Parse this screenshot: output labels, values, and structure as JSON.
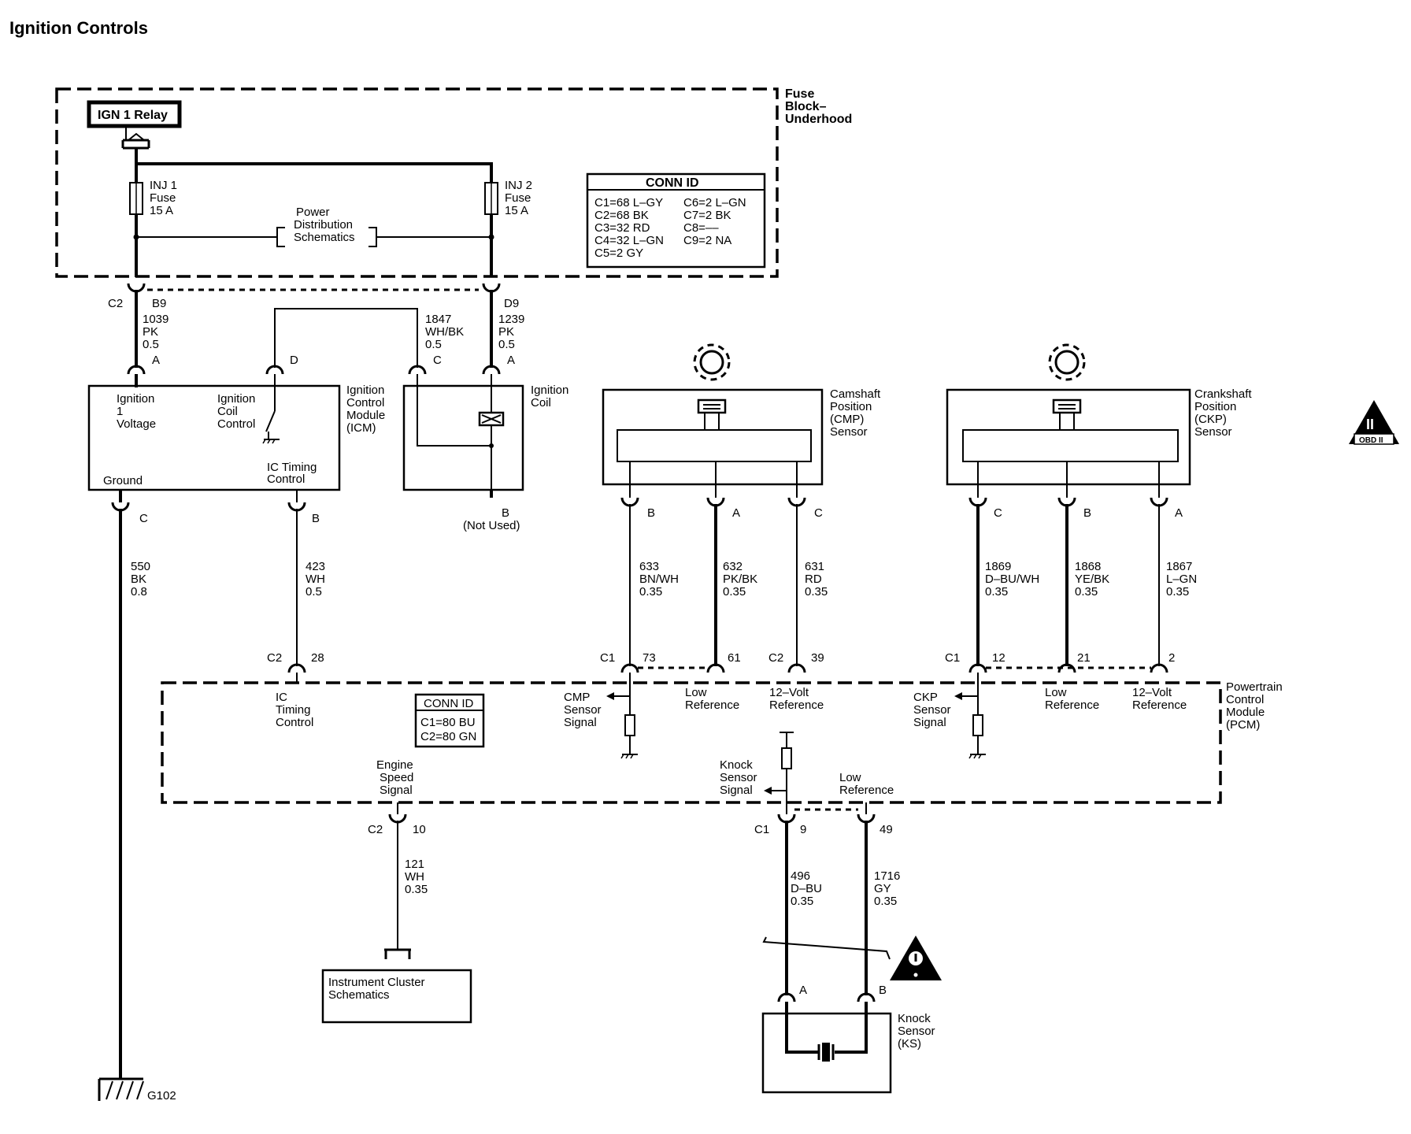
{
  "title": "Ignition Controls",
  "fuse_block": {
    "label_1": "Fuse",
    "label_2": "Block–",
    "label_3": "Underhood",
    "relay": "IGN 1 Relay",
    "inj1": [
      "INJ 1",
      "Fuse",
      "15 A"
    ],
    "inj2": [
      "INJ 2",
      "Fuse",
      "15 A"
    ],
    "power_dist": [
      "Power",
      "Distribution",
      "Schematics"
    ]
  },
  "conn_id_fuse": {
    "header": "CONN ID",
    "left": [
      "C1=68 L–GY",
      "C2=68 BK",
      "C3=32 RD",
      "C4=32 L–GN",
      "C5=2 GY"
    ],
    "right": [
      "C6=2 L–GN",
      "C7=2 BK",
      "C8=––",
      "C9=2 NA"
    ]
  },
  "upper_conn": {
    "c2": "C2",
    "b9": "B9",
    "d9": "D9",
    "wire1039": [
      "1039",
      "PK",
      "0.5"
    ],
    "wire1847": [
      "1847",
      "WH/BK",
      "0.5"
    ],
    "wire1239": [
      "1239",
      "PK",
      "0.5"
    ]
  },
  "icm": {
    "pin_a": "A",
    "pin_d": "D",
    "label": [
      "Ignition",
      "Control",
      "Module",
      "(ICM)"
    ],
    "ign_voltage": [
      "Ignition",
      "1",
      "Voltage"
    ],
    "coil_control": [
      "Ignition",
      "Coil",
      "Control"
    ],
    "ground": "Ground",
    "ic_timing": [
      "IC Timing",
      "Control"
    ],
    "pin_c": "C",
    "pin_b": "B",
    "wire550": [
      "550",
      "BK",
      "0.8"
    ],
    "wire423": [
      "423",
      "WH",
      "0.5"
    ]
  },
  "coil": {
    "pin_c": "C",
    "pin_a": "A",
    "label": [
      "Ignition",
      "Coil"
    ],
    "pin_b": "B",
    "not_used": "(Not Used)"
  },
  "cmp": {
    "label": [
      "Camshaft",
      "Position",
      "(CMP)",
      "Sensor"
    ],
    "pins": [
      "B",
      "A",
      "C"
    ],
    "wires": [
      [
        "633",
        "BN/WH",
        "0.35"
      ],
      [
        "632",
        "PK/BK",
        "0.35"
      ],
      [
        "631",
        "RD",
        "0.35"
      ]
    ],
    "pcm_c1": "C1",
    "pcm_pins": [
      "73",
      "61"
    ],
    "pcm_c2": "C2",
    "pcm_pin39": "39"
  },
  "ckp": {
    "label": [
      "Crankshaft",
      "Position",
      "(CKP)",
      "Sensor"
    ],
    "pins": [
      "C",
      "B",
      "A"
    ],
    "wires": [
      [
        "1869",
        "D–BU/WH",
        "0.35"
      ],
      [
        "1868",
        "YE/BK",
        "0.35"
      ],
      [
        "1867",
        "L–GN",
        "0.35"
      ]
    ],
    "pcm_c1": "C1",
    "pcm_pins": [
      "12",
      "21",
      "2"
    ]
  },
  "pcm": {
    "label": [
      "Powertrain",
      "Control",
      "Module",
      "(PCM)"
    ],
    "c2": "C2",
    "pin28": "28",
    "ic_timing": [
      "IC",
      "Timing",
      "Control"
    ],
    "conn_header": "CONN ID",
    "conn_rows": [
      "C1=80 BU",
      "C2=80 GN"
    ],
    "cmp_signal": [
      "CMP",
      "Sensor",
      "Signal"
    ],
    "low_ref": [
      "Low",
      "Reference"
    ],
    "v12_ref": [
      "12–Volt",
      "Reference"
    ],
    "ckp_signal": [
      "CKP",
      "Sensor",
      "Signal"
    ],
    "engine_speed": [
      "Engine",
      "Speed",
      "Signal"
    ],
    "knock_signal": [
      "Knock",
      "Sensor",
      "Signal"
    ],
    "knock_low_ref": [
      "Low",
      "Reference"
    ]
  },
  "lower": {
    "c2": "C2",
    "pin10": "10",
    "wire121": [
      "121",
      "WH",
      "0.35"
    ],
    "c1": "C1",
    "pin9": "9",
    "pin49": "49",
    "wire496": [
      "496",
      "D–BU",
      "0.35"
    ],
    "wire1716": [
      "1716",
      "GY",
      "0.35"
    ],
    "instrument_cluster": [
      "Instrument Cluster",
      "Schematics"
    ],
    "ks_pin_a": "A",
    "ks_pin_b": "B",
    "ks_label": [
      "Knock",
      "Sensor",
      "(KS)"
    ],
    "ground": "G102"
  },
  "badge": {
    "roman": "II",
    "text": "OBD II"
  }
}
